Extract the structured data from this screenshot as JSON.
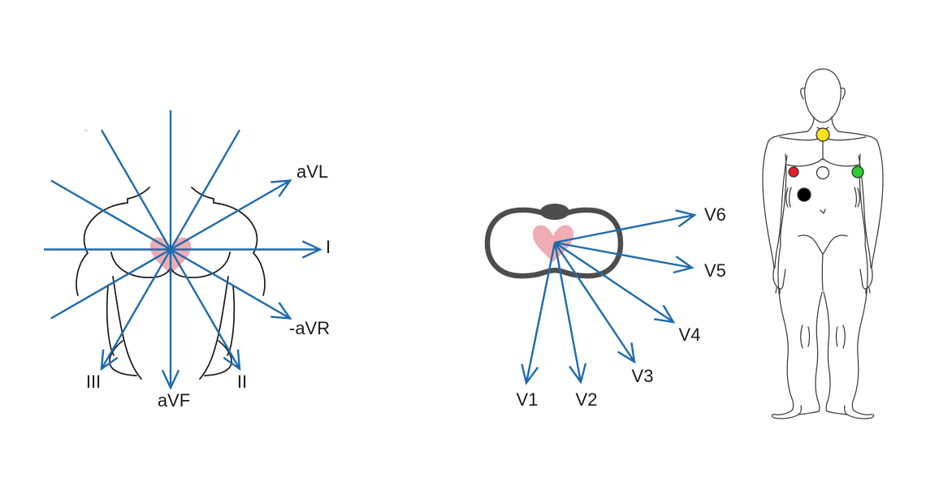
{
  "hexaxial": {
    "leads": [
      {
        "label": "aVL",
        "angle_deg": -30
      },
      {
        "label": "I",
        "angle_deg": 0
      },
      {
        "label": "-aVR",
        "angle_deg": 30
      },
      {
        "label": "II",
        "angle_deg": 60
      },
      {
        "label": "aVF",
        "angle_deg": 90
      },
      {
        "label": "III",
        "angle_deg": 120
      }
    ]
  },
  "precordial": {
    "leads": [
      {
        "label": "V1"
      },
      {
        "label": "V2"
      },
      {
        "label": "V3"
      },
      {
        "label": "V4"
      },
      {
        "label": "V5"
      },
      {
        "label": "V6"
      }
    ]
  },
  "body_electrodes": [
    {
      "id": "yellow",
      "color": "#FFE21C"
    },
    {
      "id": "red",
      "color": "#E5202B"
    },
    {
      "id": "white",
      "color": "#FFFFFF"
    },
    {
      "id": "green",
      "color": "#2FCC30"
    },
    {
      "id": "black",
      "color": "#000000"
    }
  ],
  "colors": {
    "lead_arrow": "#1F6BAD",
    "heart": "#F0ACB3",
    "chest_outline": "#4D4D4D",
    "torso_line": "#1A1A1A",
    "body_line": "#3C3C3C",
    "label_text": "#1B1B1B",
    "background": "#FFFFFF"
  }
}
